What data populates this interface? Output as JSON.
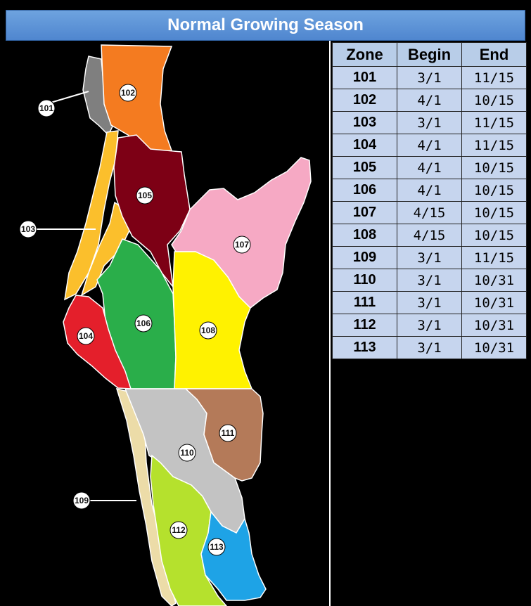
{
  "title": "Normal Growing Season",
  "table": {
    "headers": [
      "Zone",
      "Begin",
      "End"
    ],
    "rows": [
      {
        "zone": "101",
        "begin": "3/1",
        "end": "11/15"
      },
      {
        "zone": "102",
        "begin": "4/1",
        "end": "10/15"
      },
      {
        "zone": "103",
        "begin": "3/1",
        "end": "11/15"
      },
      {
        "zone": "104",
        "begin": "4/1",
        "end": "11/15"
      },
      {
        "zone": "105",
        "begin": "4/1",
        "end": "10/15"
      },
      {
        "zone": "106",
        "begin": "4/1",
        "end": "10/15"
      },
      {
        "zone": "107",
        "begin": "4/15",
        "end": "10/15"
      },
      {
        "zone": "108",
        "begin": "4/15",
        "end": "10/15"
      },
      {
        "zone": "109",
        "begin": "3/1",
        "end": "11/15"
      },
      {
        "zone": "110",
        "begin": "3/1",
        "end": "10/31"
      },
      {
        "zone": "111",
        "begin": "3/1",
        "end": "10/31"
      },
      {
        "zone": "112",
        "begin": "3/1",
        "end": "10/31"
      },
      {
        "zone": "113",
        "begin": "3/1",
        "end": "10/31"
      }
    ]
  },
  "map": {
    "zones": [
      {
        "id": "101",
        "color": "#7f7f7f"
      },
      {
        "id": "102",
        "color": "#f47b20"
      },
      {
        "id": "103",
        "color": "#fbbf2c"
      },
      {
        "id": "104",
        "color": "#e41f2b"
      },
      {
        "id": "105",
        "color": "#7d0015"
      },
      {
        "id": "106",
        "color": "#2aae4a"
      },
      {
        "id": "107",
        "color": "#f6a9c4"
      },
      {
        "id": "108",
        "color": "#fff200"
      },
      {
        "id": "109",
        "color": "#ecdca8"
      },
      {
        "id": "110",
        "color": "#c3c3c3"
      },
      {
        "id": "111",
        "color": "#b47a59"
      },
      {
        "id": "112",
        "color": "#b5e12d"
      },
      {
        "id": "113",
        "color": "#1ea3e6"
      }
    ]
  }
}
